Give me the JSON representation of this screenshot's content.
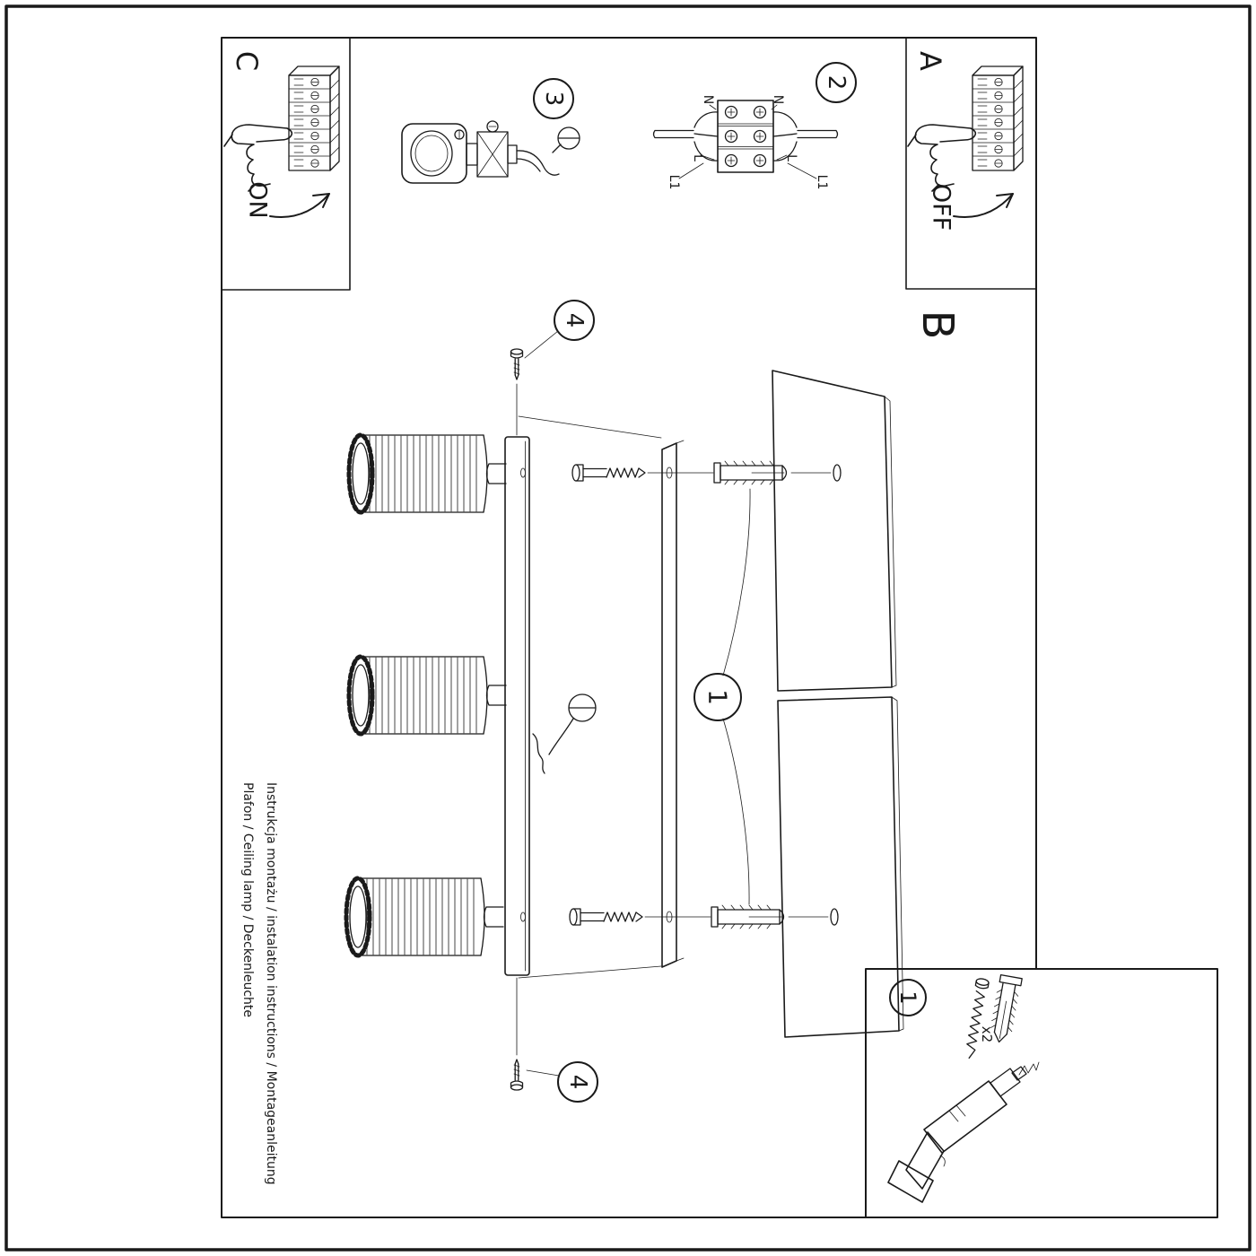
{
  "sheet": {
    "footer_line1": "Instrukcja montażu / instalation instructions / Montageanleitung",
    "footer_line2": "Plafon / Ceiling lamp / Deckenleuchte"
  },
  "sections": {
    "a_label": "A",
    "b_label": "B",
    "c_label": "C",
    "power_on": "ON",
    "power_off": "OFF"
  },
  "steps": {
    "n1": "1",
    "n2": "2",
    "n3": "3",
    "n4": "4"
  },
  "wiring": {
    "neutral": "N",
    "live": "L",
    "switched": "L1"
  },
  "hardware": {
    "anchor_count": "x2"
  },
  "icons": {
    "hand": "pointing-hand",
    "screwdriver": "flat-screwdriver-circle",
    "rotate_arrow": "switch-arrow",
    "screw": "mounting-screw",
    "anchor": "wall-plug",
    "drill": "power-drill"
  },
  "colors": {
    "line": "#1a1a1a",
    "background": "#ffffff"
  }
}
